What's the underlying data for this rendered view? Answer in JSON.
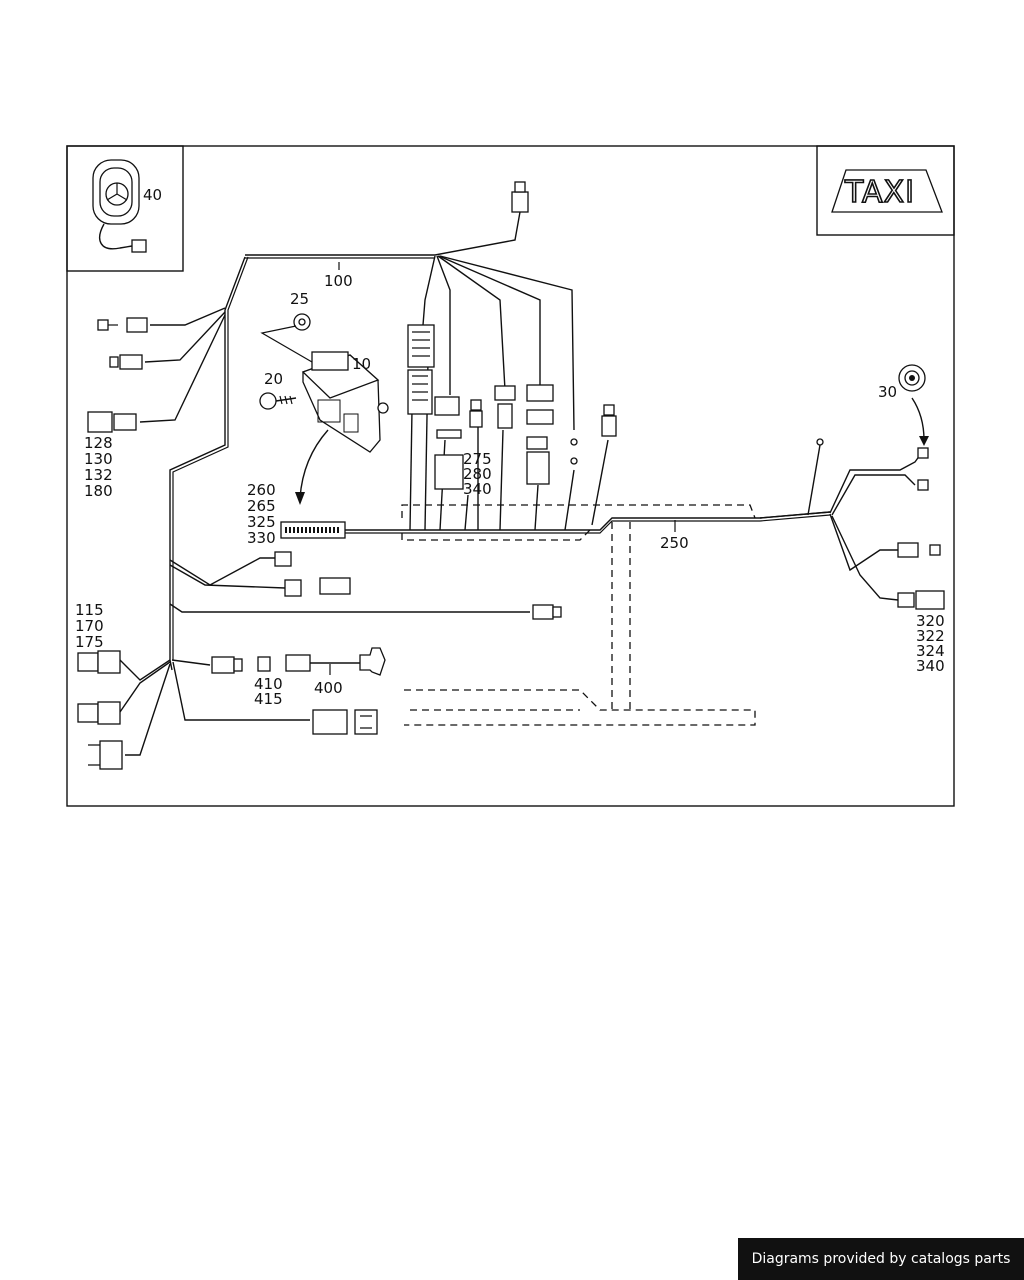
{
  "labels": {
    "taxi": "TAXI",
    "p40": "40",
    "p100": "100",
    "p25": "25",
    "p10": "10",
    "p20": "20",
    "p30": "30",
    "p250": "250",
    "p400": "400",
    "group_128": [
      "128",
      "130",
      "132",
      "180"
    ],
    "group_260": [
      "260",
      "265",
      "325",
      "330"
    ],
    "group_275": [
      "275",
      "280",
      "340"
    ],
    "group_115": [
      "115",
      "170",
      "175"
    ],
    "group_410": [
      "410",
      "415"
    ],
    "group_320": [
      "320",
      "322",
      "324",
      "340"
    ]
  },
  "footer": {
    "text": "Diagrams provided by catalogs parts"
  }
}
